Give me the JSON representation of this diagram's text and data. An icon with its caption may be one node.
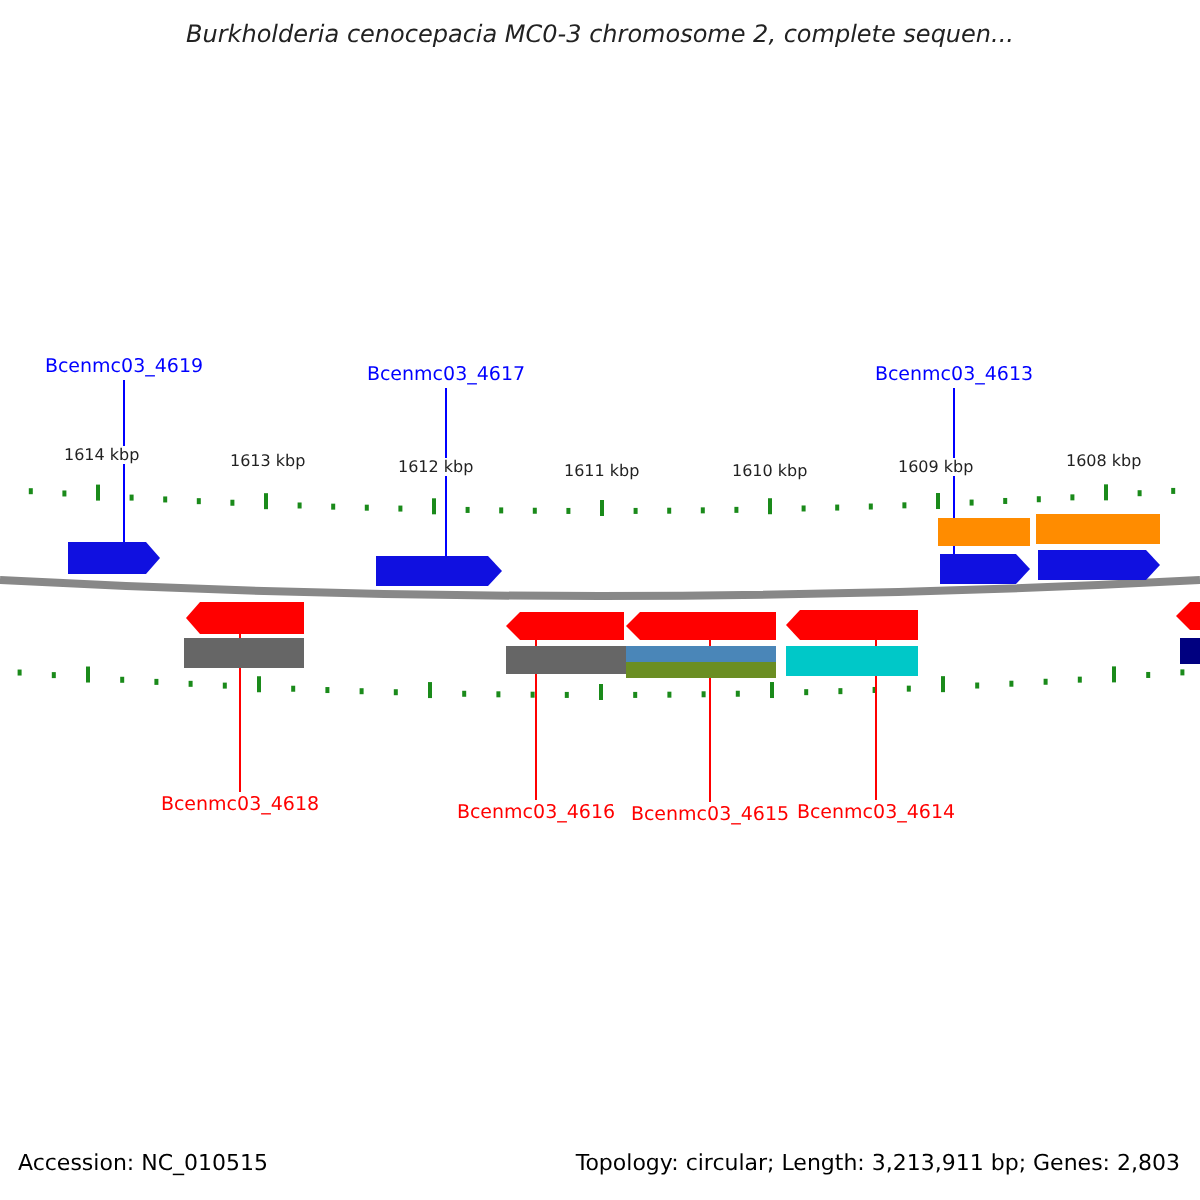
{
  "diagram": {
    "title": "Burkholderia cenocepacia MC0-3 chromosome 2, complete sequen...",
    "nodes": [
      {
        "text": [
          "Bcenmc03_4619"
        ]
      },
      {
        "text": [
          "Bcenmc03_4617"
        ]
      },
      {
        "text": [
          "Bcenmc03_4613"
        ]
      },
      {
        "text": [
          "Bcenmc03_4618"
        ]
      },
      {
        "text": [
          "Bcenmc03_4616"
        ]
      },
      {
        "text": [
          "Bcenmc03_4615"
        ]
      },
      {
        "text": [
          "Bcenmc03_4614"
        ]
      },
      {
        "text": [],
        "shape": "bar"
      },
      {
        "text": [],
        "shape": "bar"
      },
      {
        "text": [],
        "shape": "bar"
      },
      {
        "text": [],
        "shape": "bar"
      },
      {
        "text": [],
        "shape": "bar"
      },
      {
        "text": [],
        "shape": "bar"
      },
      {
        "text": [],
        "shape": "bar"
      },
      {
        "text": [],
        "shape": "bar"
      },
      {
        "text": [],
        "shape": "bar"
      },
      {
        "text": [],
        "shape": "bar"
      },
      {
        "text": [],
        "shape": "bar"
      },
      {
        "text": [],
        "shape": "bar"
      },
      {
        "text": [],
        "shape": "bar"
      },
      {
        "text": [],
        "shape": "bar"
      },
      {
        "text": [],
        "shape": "bar"
      },
      {
        "text": [],
        "shape": "bar"
      },
      {
        "text": [],
        "shape": "bar"
      }
    ],
    "edges": [
      {
        "from": 0,
        "to": 7,
        "arrow": "none",
        "color": "#0000ff"
      },
      {
        "from": 1,
        "to": 9,
        "arrow": "none",
        "color": "#0000ff"
      },
      {
        "from": 2,
        "to": 13,
        "arrow": "none",
        "color": "#0000ff"
      },
      {
        "from": 3,
        "to": 8,
        "arrow": "none"
      },
      {
        "from": 4,
        "to": 10,
        "arrow": "none"
      },
      {
        "from": 5,
        "to": 11,
        "arrow": "none"
      },
      {
        "from": 6,
        "to": 12,
        "arrow": "none"
      }
    ],
    "labels": [
      "1614 kbp",
      "1613 kbp",
      "1612 kbp",
      "1611 kbp",
      "1610 kbp",
      "1609 kbp",
      "1608 kbp",
      "Accession: NC_010515",
      "Topology: circular; Length: 3,213,911 bp; Genes: 2,803"
    ]
  }
}
